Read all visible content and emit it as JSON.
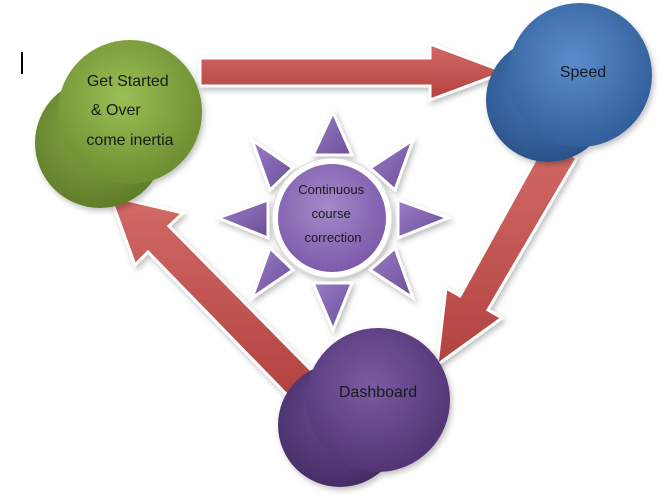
{
  "nodes": {
    "start": {
      "lines": [
        "Get Started",
        "& Over",
        "come inertia"
      ],
      "color": "#7a9a3c"
    },
    "speed": {
      "lines": [
        "Speed"
      ],
      "color": "#3f6fae"
    },
    "dashboard": {
      "lines": [
        "Dashboard"
      ],
      "color": "#5e3f82"
    }
  },
  "center": {
    "lines": [
      "Continuous",
      "course",
      "correction"
    ],
    "color": "#8a68b5"
  },
  "colors": {
    "arrow": "#c0504d",
    "arrow_edge": "#ffffff",
    "spike": "#7a5fa8"
  }
}
